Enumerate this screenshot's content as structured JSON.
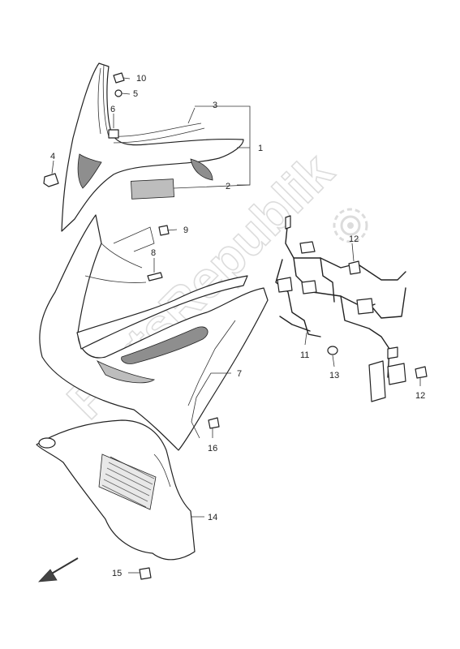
{
  "watermark": {
    "text": "PartsRepublik",
    "icon": "gear-icon"
  },
  "callouts": [
    {
      "id": "c1",
      "label": "1"
    },
    {
      "id": "c2",
      "label": "2"
    },
    {
      "id": "c3",
      "label": "3"
    },
    {
      "id": "c4",
      "label": "4"
    },
    {
      "id": "c5",
      "label": "5"
    },
    {
      "id": "c6",
      "label": "6"
    },
    {
      "id": "c7",
      "label": "7"
    },
    {
      "id": "c8",
      "label": "8"
    },
    {
      "id": "c9",
      "label": "9"
    },
    {
      "id": "c10",
      "label": "10"
    },
    {
      "id": "c11",
      "label": "11"
    },
    {
      "id": "c12a",
      "label": "12"
    },
    {
      "id": "c12b",
      "label": "12"
    },
    {
      "id": "c13",
      "label": "13"
    },
    {
      "id": "c14",
      "label": "14"
    },
    {
      "id": "c15",
      "label": "15"
    },
    {
      "id": "c16",
      "label": "16"
    }
  ],
  "orientation_arrow": "arrow-down-left-icon"
}
